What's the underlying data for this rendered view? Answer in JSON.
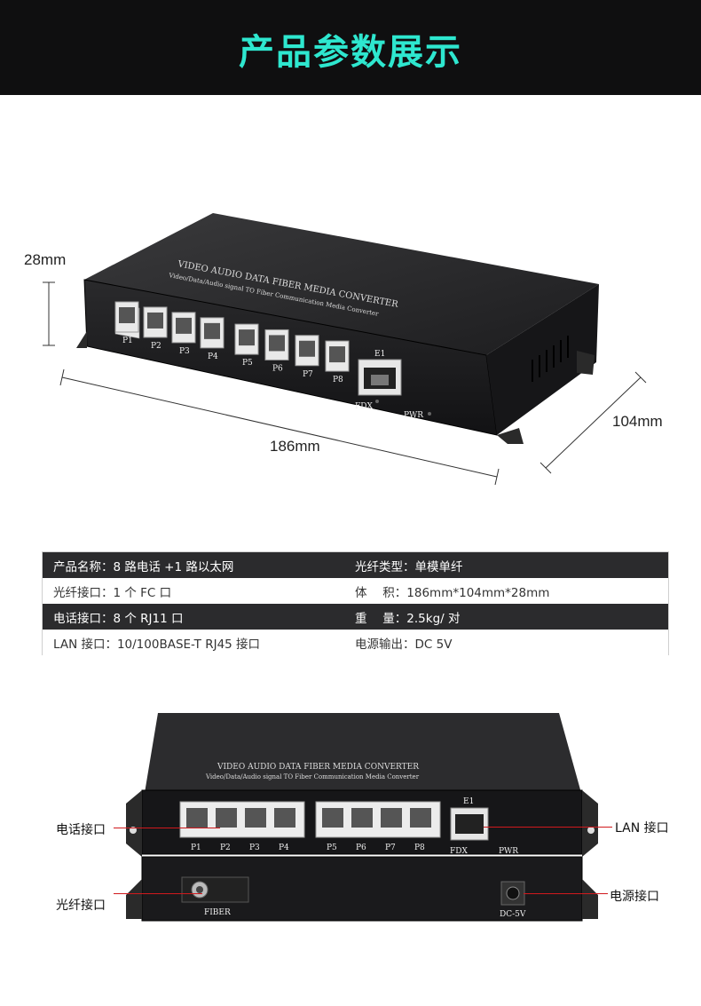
{
  "header": {
    "title": "产品参数展示"
  },
  "dimensions": {
    "height": "28mm",
    "width": "186mm",
    "depth": "104mm"
  },
  "device": {
    "top_title": "VIDEO AUDIO DATA FIBER MEDIA CONVERTER",
    "top_subtitle": "Video/Data/Audio signal TO Fiber Communication Media Converter",
    "ports": [
      "P1",
      "P2",
      "P3",
      "P4",
      "P5",
      "P6",
      "P7",
      "P8"
    ],
    "lan_port": "E1",
    "fdx": "FDX",
    "pwr": "PWR",
    "fiber": "FIBER",
    "dc": "DC-5V"
  },
  "specs": {
    "rows": [
      {
        "left": "产品名称：8 路电话 +1 路以太网",
        "right": "光纤类型：单模单纤"
      },
      {
        "left": "光纤接口：1 个 FC 口",
        "right": "体　 积：186mm*104mm*28mm"
      },
      {
        "left": "电话接口：8 个 RJ11 口",
        "right": "重　 量：2.5kg/ 对"
      },
      {
        "left": "LAN 接口：10/100BASE-T  RJ45 接口",
        "right": "电源输出：DC 5V"
      }
    ]
  },
  "callouts": {
    "phone": "电话接口",
    "fiber": "光纤接口",
    "lan": "LAN 接口",
    "power": "电源接口"
  },
  "colors": {
    "accent": "#2ee7cf",
    "header_bg": "#0f0f10",
    "lead_line": "#d0191d",
    "table_dark": "#2b2b2d"
  }
}
